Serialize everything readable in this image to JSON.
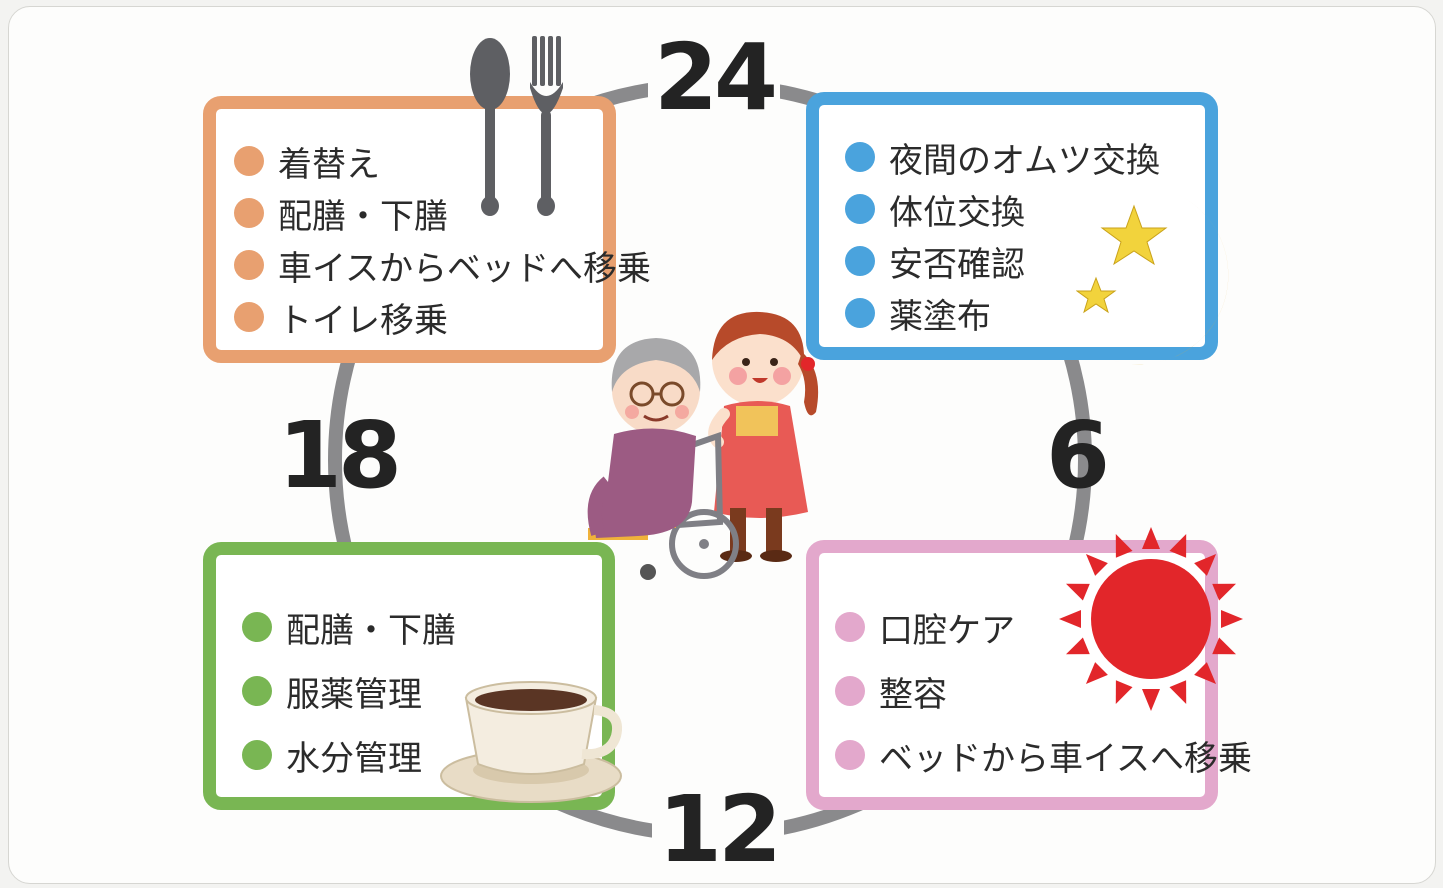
{
  "colors": {
    "ring": "#8a8a8c",
    "orange": "#e8a070",
    "blue": "#4aa3dd",
    "green": "#79b653",
    "pink": "#e3a8cc",
    "text": "#2b2b2b"
  },
  "clock": {
    "hours": {
      "top": "24",
      "right": "6",
      "bottom": "12",
      "left": "18"
    }
  },
  "boxes": {
    "top_left": {
      "items": [
        "着替え",
        "配膳・下膳",
        "車イスからベッドへ移乗",
        "トイレ移乗"
      ]
    },
    "top_right": {
      "items": [
        "夜間のオムツ交換",
        "体位交換",
        "安否確認",
        "薬塗布"
      ]
    },
    "bottom_left": {
      "items": [
        "配膳・下膳",
        "服薬管理",
        "水分管理"
      ]
    },
    "bottom_right": {
      "items": [
        "口腔ケア",
        "整容",
        "ベッドから車イスへ移乗"
      ]
    }
  },
  "icons": [
    "spoon-icon",
    "fork-icon",
    "moon-icon",
    "star-icon",
    "sun-icon",
    "coffee-cup-icon",
    "caregiver-wheelchair-icon"
  ]
}
